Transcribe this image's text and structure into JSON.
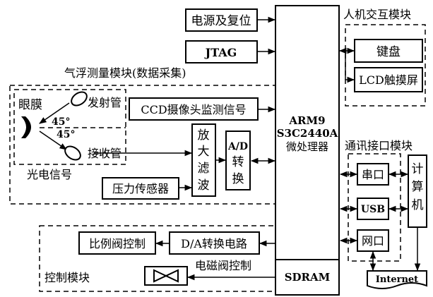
{
  "blocks": {
    "power_reset": "电源及复位",
    "jtag": "JTAG",
    "hmi_title": "人机交互模块",
    "keyboard": "键盘",
    "lcd": "LCD触摸屏",
    "acq_title": "气浮测量模块(数据采集)",
    "cornea": "眼膜",
    "emitter": "发射管",
    "receiver": "接收管",
    "angle1": "45°",
    "angle2": "45°",
    "photo_signal": "光电信号",
    "ccd": "CCD摄像头监测信号",
    "amp_filter": [
      "放",
      "大",
      "滤",
      "波"
    ],
    "ad_label": "A/D",
    "ad_convert": [
      "转",
      "换"
    ],
    "pressure": "压力传感器",
    "cpu": [
      "ARM9",
      "S3C2440A",
      "微处理器"
    ],
    "comm_title": "通讯接口模块",
    "serial": "串口",
    "usb": "USB",
    "netport": "网口",
    "computer": [
      "计",
      "算",
      "机"
    ],
    "internet": "Internet",
    "sdram": "SDRAM",
    "proportional_valve": "比例阀控制",
    "da": "D/A转换电路",
    "solenoid": "电磁阀控制",
    "control_title": "控制模块"
  }
}
